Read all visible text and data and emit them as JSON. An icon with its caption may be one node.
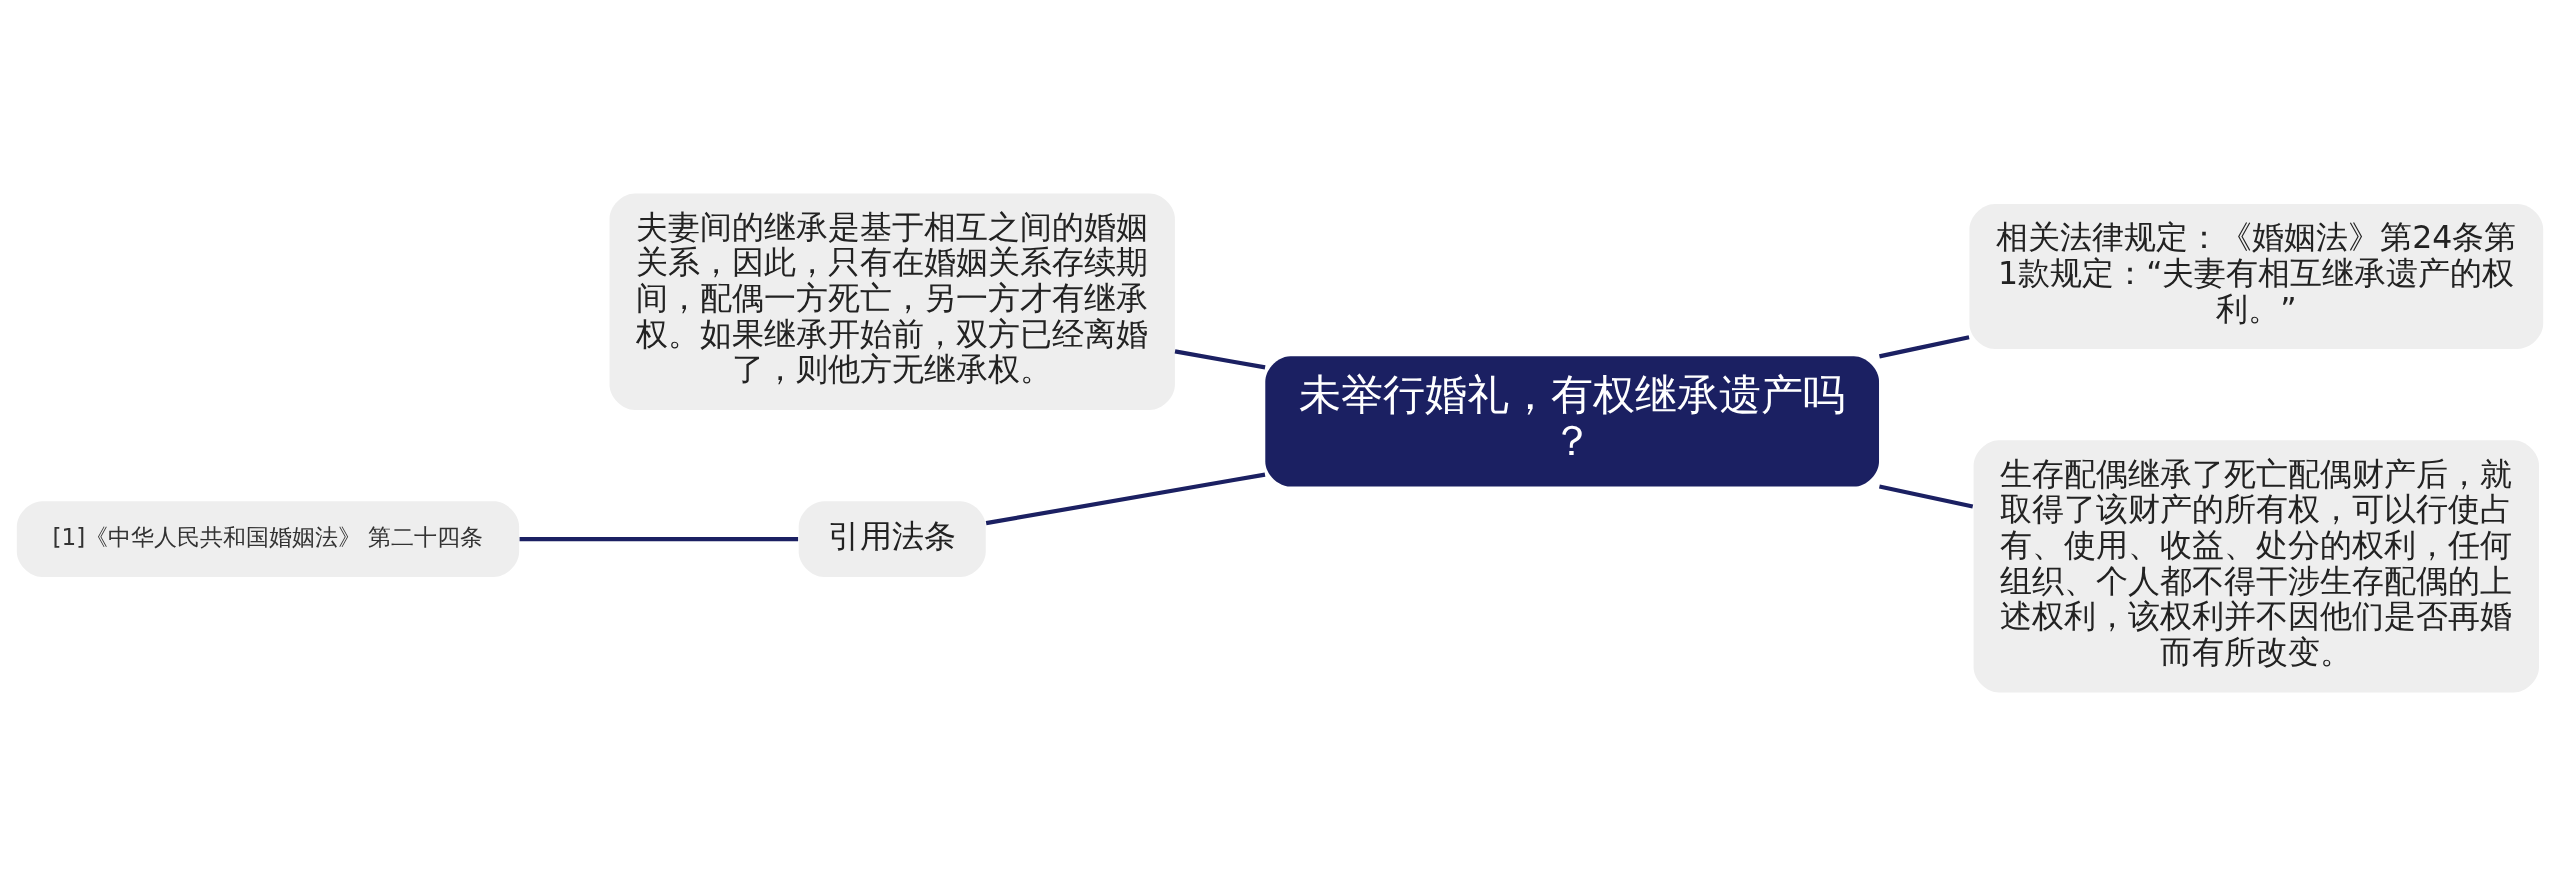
{
  "diagram": {
    "nodes": [
      {
        "text": [
          "未举行婚礼，有权继承遗产吗？"
        ]
      },
      {
        "text": [
          "夫妻间的继承是基于相互之间的婚姻关系，因此，只有在婚姻关系存续期间，配偶一方死亡，另一方才有继承权。如果继承开始前，双方已经离婚了，则他方无继承权。"
        ]
      },
      {
        "text": [
          "引用法条"
        ]
      },
      {
        "text": [
          "[1]《中华人民共和国婚姻法》 第二十四条"
        ]
      },
      {
        "text": [
          "相关法律规定：《婚姻法》第24条第1款规定：“夫妻有相互继承遗产的权利。”"
        ]
      },
      {
        "text": [
          "生存配偶继承了死亡配偶财产后，就取得了该财产的所有权，可以行使占有、使用、收益、处分的权利，任何组织、个人都不得干涉生存配偶的上述权利，该权利并不因他们是否再婚而有所改变。"
        ]
      }
    ],
    "edges": [
      {
        "from": 0,
        "to": 1,
        "arrow": "none"
      },
      {
        "from": 0,
        "to": 2,
        "arrow": "none"
      },
      {
        "from": 2,
        "to": 3,
        "arrow": "none"
      },
      {
        "from": 0,
        "to": 4,
        "arrow": "none"
      },
      {
        "from": 0,
        "to": 5,
        "arrow": "none"
      }
    ]
  }
}
